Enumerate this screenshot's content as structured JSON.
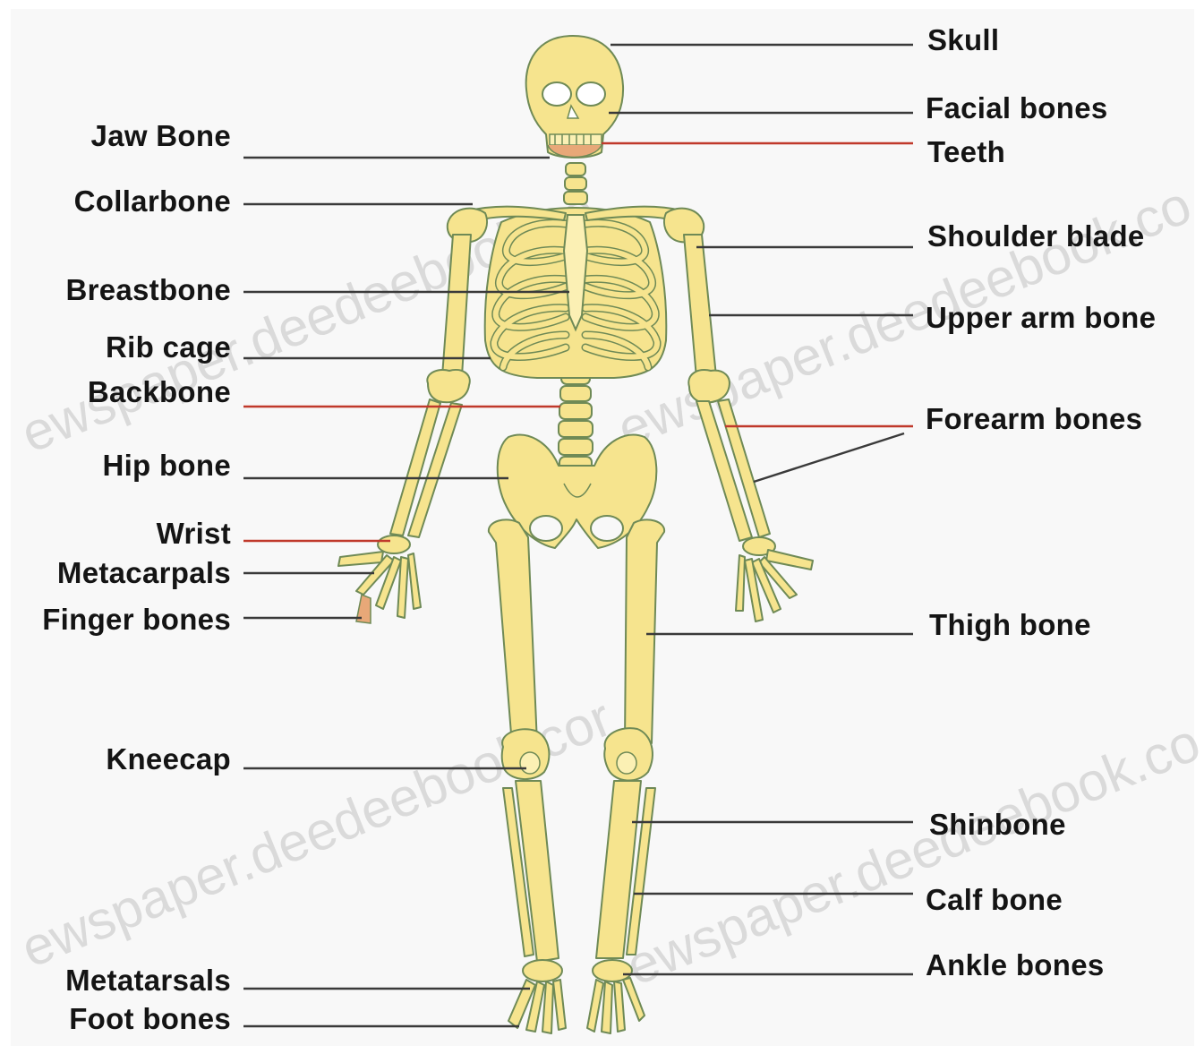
{
  "labels": {
    "skull": "Skull",
    "facial_bones": "Facial bones",
    "teeth": "Teeth",
    "jaw_bone": "Jaw Bone",
    "collarbone": "Collarbone",
    "shoulder_blade": "Shoulder blade",
    "breastbone": "Breastbone",
    "upper_arm_bone": "Upper arm bone",
    "rib_cage": "Rib cage",
    "backbone": "Backbone",
    "forearm_bones": "Forearm bones",
    "hip_bone": "Hip bone",
    "wrist": "Wrist",
    "metacarpals": "Metacarpals",
    "finger_bones": "Finger bones",
    "thigh_bone": "Thigh bone",
    "kneecap": "Kneecap",
    "shinbone": "Shinbone",
    "calf_bone": "Calf bone",
    "ankle_bones": "Ankle bones",
    "metatarsals": "Metatarsals",
    "foot_bones": "Foot bones"
  },
  "watermark": {
    "text_1": "ewspaper.deedeebook.co",
    "text_2": "ewspaper.deedeebook.co",
    "text_3": "ewspaper.deedeebook.cor",
    "text_4": "ewspaper.deedeebook.co"
  },
  "colors": {
    "bone_fill": "#f6e48e",
    "bone_light": "#fbf0b4",
    "bone_outline": "#6f8a56",
    "bone_shadow": "#e8a878",
    "leader_line": "#3a3a3a",
    "leader_line_accent": "#c0392b",
    "label_text": "#141414"
  }
}
